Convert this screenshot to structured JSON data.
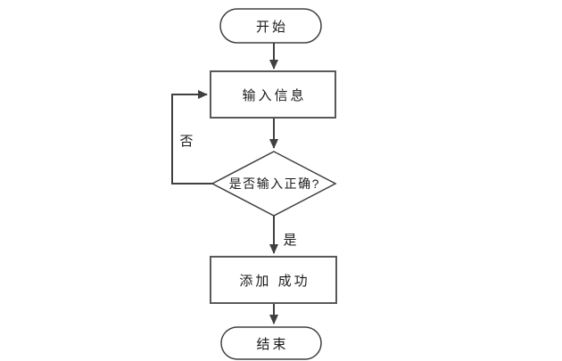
{
  "diagram": {
    "type": "flowchart",
    "background": "#ffffff",
    "colors": {
      "connector": "#404040",
      "terminator_border": "#404040",
      "process_border": "#595959",
      "decision_border": "#404040",
      "shape_fill": "#ffffff",
      "text": "#1a1a1a"
    },
    "nodes": [
      {
        "id": "start",
        "shape": "terminator",
        "label": "开始"
      },
      {
        "id": "input-info",
        "shape": "process",
        "label": "输入信息"
      },
      {
        "id": "check-input",
        "shape": "decision",
        "label": "是否输入正确?"
      },
      {
        "id": "add-success",
        "shape": "process",
        "label": "添加 成功"
      },
      {
        "id": "end",
        "shape": "terminator",
        "label": "结束"
      }
    ],
    "edges": [
      {
        "from": "start",
        "to": "input-info",
        "label": ""
      },
      {
        "from": "input-info",
        "to": "check-input",
        "label": ""
      },
      {
        "from": "check-input",
        "to": "add-success",
        "label": "是"
      },
      {
        "from": "check-input",
        "to": "input-info",
        "label": "否"
      },
      {
        "from": "add-success",
        "to": "end",
        "label": ""
      }
    ]
  }
}
